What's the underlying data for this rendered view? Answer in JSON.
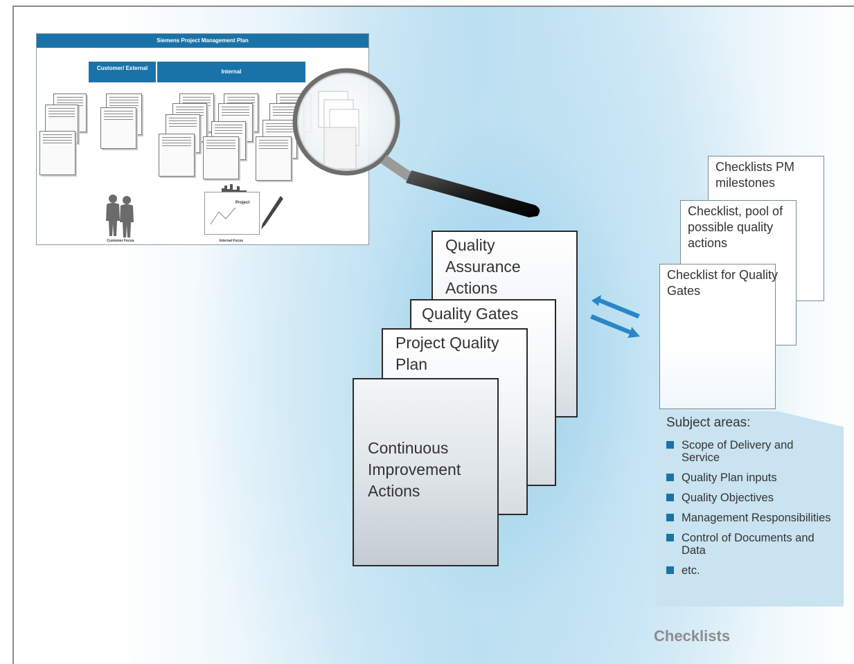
{
  "pm_plan": {
    "title": "Siemens Project Management Plan",
    "customer_header": "Customer/ External",
    "internal_header": "Internal",
    "project_sheet_label": "Project",
    "footer_left": "Customer Focus",
    "footer_right": "Internal Focus"
  },
  "sheets": {
    "quality_assurance": "Quality Assurance Actions",
    "quality_gates": "Quality Gates",
    "project_quality_plan": "Project Quality Plan",
    "continuous_improvement": "Continuous Improvement Actions"
  },
  "cards": {
    "pm_milestones": "Checklists PM milestones",
    "pool_actions": "Checklist, pool of possible quality actions",
    "quality_gates": "Checklist for Quality Gates"
  },
  "subject_areas": {
    "title": "Subject areas:",
    "items": [
      "Scope of Delivery and Service",
      "Quality Plan inputs",
      "Quality Objectives",
      "Management Responsibilities",
      "Control of Documents and Data",
      "etc."
    ],
    "bullet_color": "#1a73a8"
  },
  "footer_label": "Checklists",
  "colors": {
    "accent_blue": "#1a73a8",
    "arrow_blue": "#2a86c7",
    "panel_blue": "#c9e3f0"
  }
}
